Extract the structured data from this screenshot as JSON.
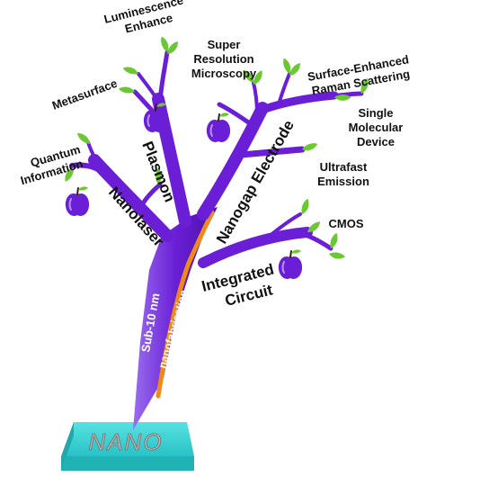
{
  "base": {
    "label": "NANO"
  },
  "trunk": {
    "line1": "Sub-10 nm",
    "line2": "nanofabrication"
  },
  "branches": {
    "plasmon": "Plasmon",
    "nanolaser": "Nanolaser",
    "nanogap_electrode": "Nanogap Electrode",
    "integrated_circuit": {
      "line1": "Integrated",
      "line2": "Circuit"
    }
  },
  "leaves": {
    "luminescence_enhance": {
      "line1": "Luminescence",
      "line2": "Enhance"
    },
    "metasurface": "Metasurface",
    "super_resolution": {
      "line1": "Super",
      "line2": "Resolution",
      "line3": "Microscopy"
    },
    "sers": {
      "line1": "Surface-Enhanced",
      "line2": "Raman Scattering"
    },
    "single_molecular": {
      "line1": "Single",
      "line2": "Molecular",
      "line3": "Device"
    },
    "ultrafast": {
      "line1": "Ultrafast",
      "line2": "Emission"
    },
    "quantum": {
      "line1": "Quantum",
      "line2": "Information"
    },
    "cmos": "CMOS"
  },
  "colors": {
    "branch": "#6a1fd6",
    "branch_light": "#9a6ef0",
    "trunk_core": "#ef8a1a",
    "leaf": "#6cc734",
    "fruit": "#6a1fd6",
    "base": "#30cfd0"
  }
}
